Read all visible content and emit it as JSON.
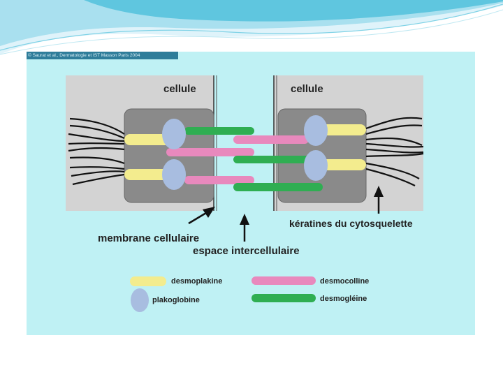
{
  "credit": "© Saurat et al., Dermatologie et IST Masson Paris 2004",
  "cells": {
    "left_label": "cellule",
    "right_label": "cellule"
  },
  "annotations": {
    "membrane": "membrane cellulaire",
    "intercellular_space": "espace intercellulaire",
    "keratins": "kératines du cytosquelette"
  },
  "legend": [
    {
      "key": "desmoplakine",
      "label": "desmoplakine",
      "color": "#f3ec8e",
      "shape": "bar"
    },
    {
      "key": "plakoglobine",
      "label": "plakoglobine",
      "color": "#a8bde0",
      "shape": "oval"
    },
    {
      "key": "desmocolline",
      "label": "desmocolline",
      "color": "#e889bd",
      "shape": "bar"
    },
    {
      "key": "desmogleine",
      "label": "desmogléine",
      "color": "#2fae52",
      "shape": "bar"
    }
  ],
  "colors": {
    "background": "#bff1f4",
    "cell": "#d3d3d3",
    "plaque": "#8a8a8a",
    "keratin": "#111111",
    "header_swoosh": "#5fc6df"
  }
}
